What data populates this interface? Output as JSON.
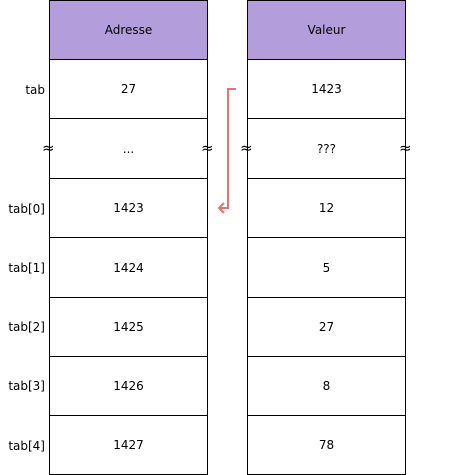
{
  "headers": {
    "address": "Adresse",
    "value": "Valeur"
  },
  "rows": [
    {
      "label": "tab",
      "address": "27",
      "value": "1423"
    },
    {
      "label": "",
      "address": "...",
      "value": "???"
    },
    {
      "label": "tab[0]",
      "address": "1423",
      "value": "12"
    },
    {
      "label": "tab[1]",
      "address": "1424",
      "value": "5"
    },
    {
      "label": "tab[2]",
      "address": "1425",
      "value": "27"
    },
    {
      "label": "tab[3]",
      "address": "1426",
      "value": "8"
    },
    {
      "label": "tab[4]",
      "address": "1427",
      "value": "78"
    }
  ],
  "break_mark": "≈",
  "colors": {
    "header": "#b39ddb",
    "arrow": "#e57373",
    "border": "#000000"
  },
  "arrow": {
    "from_row": 0,
    "to_row": 2,
    "meaning": "pointer"
  }
}
